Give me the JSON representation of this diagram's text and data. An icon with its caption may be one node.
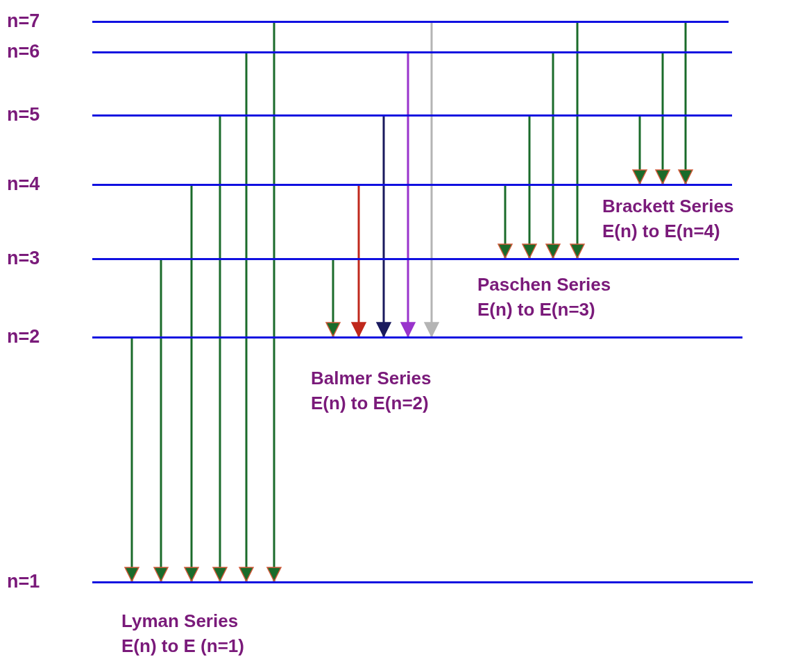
{
  "diagram": {
    "nodes": [
      {
        "text": [],
        "shape": "bar",
        "beside": [
          "n=7"
        ]
      },
      {
        "text": [],
        "shape": "bar",
        "beside": [
          "n=6"
        ]
      },
      {
        "text": [],
        "shape": "bar",
        "beside": [
          "n=5"
        ]
      },
      {
        "text": [],
        "shape": "bar",
        "beside": [
          "n=4"
        ]
      },
      {
        "text": [],
        "shape": "bar",
        "beside": [
          "n=3"
        ]
      },
      {
        "text": [],
        "shape": "bar",
        "beside": [
          "n=2"
        ]
      },
      {
        "text": [],
        "shape": "bar",
        "beside": [
          "n=1"
        ]
      }
    ],
    "edges": [
      {
        "from": 5,
        "to": 6,
        "arrow": "to"
      },
      {
        "from": 4,
        "to": 6,
        "arrow": "to"
      },
      {
        "from": 3,
        "to": 6,
        "arrow": "to"
      },
      {
        "from": 2,
        "to": 6,
        "arrow": "to"
      },
      {
        "from": 1,
        "to": 6,
        "arrow": "to"
      },
      {
        "from": 0,
        "to": 6,
        "arrow": "to"
      },
      {
        "from": 4,
        "to": 5,
        "arrow": "to"
      },
      {
        "from": 3,
        "to": 5,
        "arrow": "to",
        "color": "#c0281c"
      },
      {
        "from": 2,
        "to": 5,
        "arrow": "to",
        "color": "#1a1a5e"
      },
      {
        "from": 1,
        "to": 5,
        "arrow": "to",
        "color": "#9933cc"
      },
      {
        "from": 0,
        "to": 5,
        "arrow": "to",
        "color": "#b4b4b4"
      },
      {
        "from": 3,
        "to": 4,
        "arrow": "to"
      },
      {
        "from": 2,
        "to": 4,
        "arrow": "to"
      },
      {
        "from": 1,
        "to": 4,
        "arrow": "to"
      },
      {
        "from": 0,
        "to": 4,
        "arrow": "to"
      },
      {
        "from": 2,
        "to": 3,
        "arrow": "to"
      },
      {
        "from": 1,
        "to": 3,
        "arrow": "to"
      },
      {
        "from": 0,
        "to": 3,
        "arrow": "to"
      }
    ],
    "labels": [
      "Brackett Series",
      "E(n) to E(n=4)",
      "Paschen Series",
      "E(n) to E(n=3)",
      "Balmer Series",
      "E(n) to E(n=2)",
      "Lyman Series",
      "E(n) to E (n=1)"
    ]
  }
}
